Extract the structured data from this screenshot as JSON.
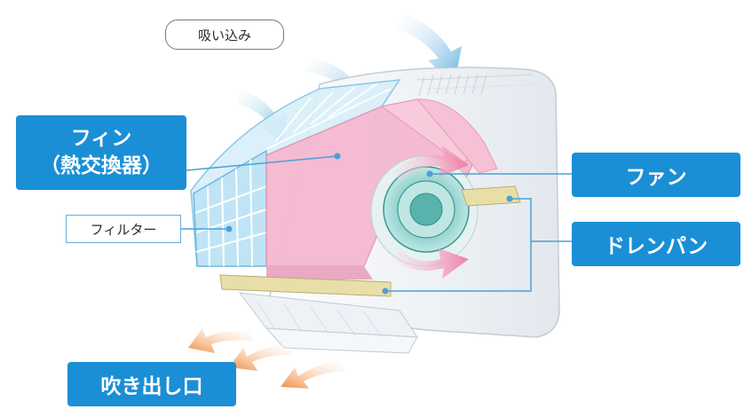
{
  "labels": {
    "intake": "吸い込み",
    "fin_line1": "フィン",
    "fin_line2": "（熱交換器）",
    "filter": "フィルター",
    "fan": "ファン",
    "drain_pan": "ドレンパン",
    "outlet": "吹き出し口"
  },
  "colors": {
    "label_blue": "#1a8fd6",
    "outline_blue": "#66aed9",
    "intake_arrow": "#5aaedc",
    "outlet_arrow": "#f08a3a",
    "fin_pink": "#f4b8d0",
    "filter_blue": "#bfe4f5",
    "fan_teal": "#4aa8a3",
    "drain_tan": "#e8dfa8",
    "casing": "#eef1f4"
  }
}
